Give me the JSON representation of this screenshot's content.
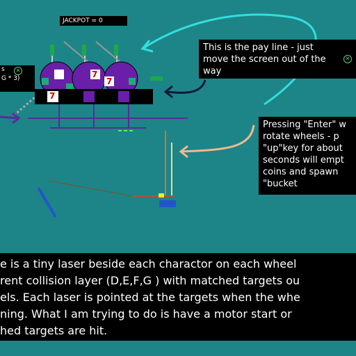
{
  "jackpot": {
    "text": "JACKPOT = 0"
  },
  "left_partial": {
    "line1": "s",
    "line2": "G * 3)"
  },
  "payline_note": {
    "line1": "This is the pay line - just",
    "line2": "move the screen out of the",
    "line3": "way"
  },
  "enter_note": {
    "line1": "Pressing \"Enter\" w",
    "line2": "rotate wheels - p",
    "line3": "\"up\"key for about",
    "line4": "seconds will empt",
    "line5": "coins and spawn",
    "line6": "\"bucket"
  },
  "bottom_note": {
    "line1": "e is a tiny laser beside each charactor on each wheel",
    "line2": "rent collision layer (D,E,F,G ) with matched targets ou",
    "line3": "els.  Each laser is pointed at the targets when the whe",
    "line4": "ning.  What I am trying to do is have a motor  start or",
    "line5": "hed targets are hit."
  },
  "reels": {
    "symbol": "7"
  },
  "colors": {
    "background": "#1d8587",
    "cyan_arrow": "#33dede",
    "dark_arrow": "#101a3a",
    "tan_arrow": "#f0b890",
    "purple_arrow": "#5a2a9a",
    "wheel": "#6a1fa8"
  },
  "icons": [
    "close-icon",
    "arrow-icon"
  ]
}
